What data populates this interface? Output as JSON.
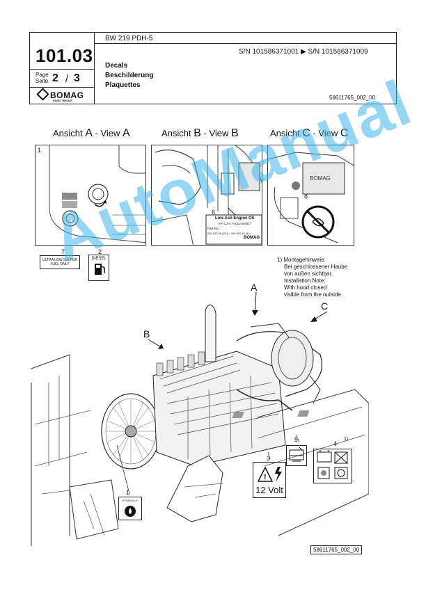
{
  "header": {
    "model": "BW 219 PDH-5",
    "doc_number": "101.03",
    "page_label_de": "Seite",
    "page_label_en": "Page",
    "page_current": "2",
    "page_separator": "/",
    "page_total": "3",
    "logo_text": "BOMAG",
    "logo_subtext": "FAYAT GROUP",
    "serial_range": "S/N 101586371001  ▶  S/N 101586371009",
    "titles": [
      "Decals",
      "Beschilderung",
      "Plaquettes"
    ],
    "reference": "58611765_002_00"
  },
  "views": [
    {
      "prefix": "Ansicht ",
      "letter_a": "A",
      "middle": " - View ",
      "letter_b": "A"
    },
    {
      "prefix": "Ansicht ",
      "letter_a": "B",
      "middle": " - View ",
      "letter_b": "B"
    },
    {
      "prefix": "Ansicht ",
      "letter_a": "C",
      "middle": " - View ",
      "letter_b": "C"
    }
  ],
  "view_a": {
    "item_number": "1"
  },
  "view_b": {
    "item_number": "6",
    "decal_title": "Low Ash Engine Oil",
    "decal_line2": "API CJ-4 / ACEA E6/E7",
    "decal_part": "Part-No.:",
    "decal_part_num": "009 920 09 (20 l) / 009 920 10 (5 l)",
    "decal_logo": "BOMAG"
  },
  "view_c": {
    "item_number": "8"
  },
  "decals_left": [
    {
      "number": "7",
      "text": "ULTRA LOW SULFUR FUEL ONLY"
    },
    {
      "number": "2",
      "text": "DIESEL"
    }
  ],
  "note": {
    "marker": "1)",
    "lines": [
      "Montagehinweis:",
      "Bei geschlossener Haube",
      "von außen sichtbar.",
      "Installation Note:",
      "With hood closed",
      "visible from the outside."
    ]
  },
  "arrows": {
    "a": "A",
    "b": "B",
    "c": "C"
  },
  "parts": {
    "p1": "1",
    "p3": "3",
    "p4": "4",
    "p4_note": "1)",
    "p5": "5",
    "hydraulic_label": "HYDRAULIC",
    "volt": "12 Volt"
  },
  "watermark": "AutoManual",
  "colors": {
    "watermark": "#3cb4eb",
    "line": "#222222"
  }
}
